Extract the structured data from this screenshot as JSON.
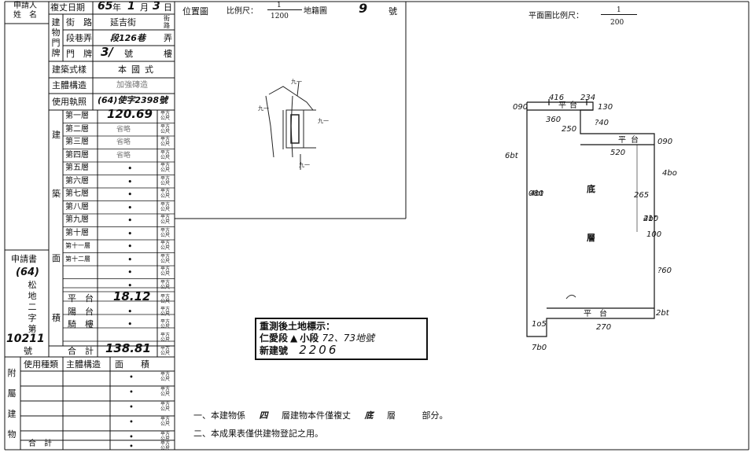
{
  "applicant": {
    "label_line1": "申請人",
    "label_line2": "姓　名"
  },
  "survey_date": {
    "label": "複丈日期",
    "year": "65",
    "year_unit": "年",
    "month": "1",
    "month_unit": "月",
    "day": "3",
    "day_unit": "日"
  },
  "house_number_label": "建物門牌",
  "street": {
    "label": "街　路",
    "value": "延吉街",
    "unit_top": "街",
    "unit_bottom": "路"
  },
  "lane": {
    "label": "段巷弄",
    "value": "段126巷",
    "unit": "弄"
  },
  "number": {
    "label": "門　牌",
    "value": "3/",
    "unit": "號",
    "floor_unit": "樓"
  },
  "building_style": {
    "label": "建築式樣",
    "value": "本國式"
  },
  "main_structure": {
    "label": "主體構造",
    "value": "加強磚造"
  },
  "license": {
    "label": "使用執照",
    "value": "(64)使字2398號"
  },
  "floors_label_top": "建",
  "floors_label_mid": "築",
  "floors_label_bot": "面",
  "floors_label_side": "積",
  "unit_sqm": "平方公尺",
  "floors": [
    {
      "label": "第一層",
      "value": "120.69"
    },
    {
      "label": "第二層",
      "value": "省略"
    },
    {
      "label": "第三層",
      "value": "省略"
    },
    {
      "label": "第四層",
      "value": "省略"
    },
    {
      "label": "第五層",
      "value": "•"
    },
    {
      "label": "第六層",
      "value": "•"
    },
    {
      "label": "第七層",
      "value": "•"
    },
    {
      "label": "第八層",
      "value": "•"
    },
    {
      "label": "第九層",
      "value": "•"
    },
    {
      "label": "第十層",
      "value": "•"
    },
    {
      "label": "第十一層",
      "value": "•"
    },
    {
      "label": "第十二層",
      "value": "•"
    },
    {
      "label": "",
      "value": "•"
    },
    {
      "label": "",
      "value": "•"
    }
  ],
  "platform": {
    "label": "平　台",
    "value": "18.12"
  },
  "balcony": {
    "label": "陽　台",
    "value": "•"
  },
  "arcade": {
    "label": "騎　樓",
    "value": "•"
  },
  "total": {
    "label": "合　計",
    "value": "138.81"
  },
  "application": {
    "label": "申請書",
    "year": "(64)",
    "text": "松地二字第",
    "number": "10211",
    "suffix": "號"
  },
  "annex": {
    "title": "附屬建物",
    "col_use": "使用種類",
    "col_structure": "主體構造",
    "col_area": "面　　積",
    "total_label": "合　計"
  },
  "location_map": {
    "label": "位置圖",
    "scale_label": "比例尺：",
    "scale_num": "1",
    "scale_den": "1200",
    "sheet_label": "地籍圖",
    "sheet_number": "9",
    "sheet_unit": "號"
  },
  "plan": {
    "scale_label": "平面圖比例尺：",
    "scale_num": "1",
    "scale_den": "200",
    "floor_word": "底",
    "floor_word2": "層",
    "platform_top": "平台",
    "platform_right": "平台",
    "platform_bottom": "平　台"
  },
  "dims": [
    "090",
    "416",
    "234",
    "360",
    "250",
    "?40",
    "520",
    "090",
    "6bt",
    "4bo",
    "265",
    "080",
    "2bt",
    "100",
    "?60",
    "2bt",
    "1o5",
    "270",
    "7b0",
    "130",
    "410",
    "4bt"
  ],
  "resurvey": {
    "line1": "重測後土地標示：",
    "line2_prefix": "仁愛段",
    "line2_mid": "小段",
    "line2_value": "72、73地號",
    "line3_prefix": "新建號",
    "line3_value": "2206"
  },
  "notes": {
    "line1_a": "一、本建物係",
    "line1_b": "四",
    "line1_c": "層建物本件僅複丈",
    "line1_d": "底",
    "line1_e": "層",
    "line1_f": "部分。",
    "line2": "二、本成果表僅供建物登記之用。"
  }
}
